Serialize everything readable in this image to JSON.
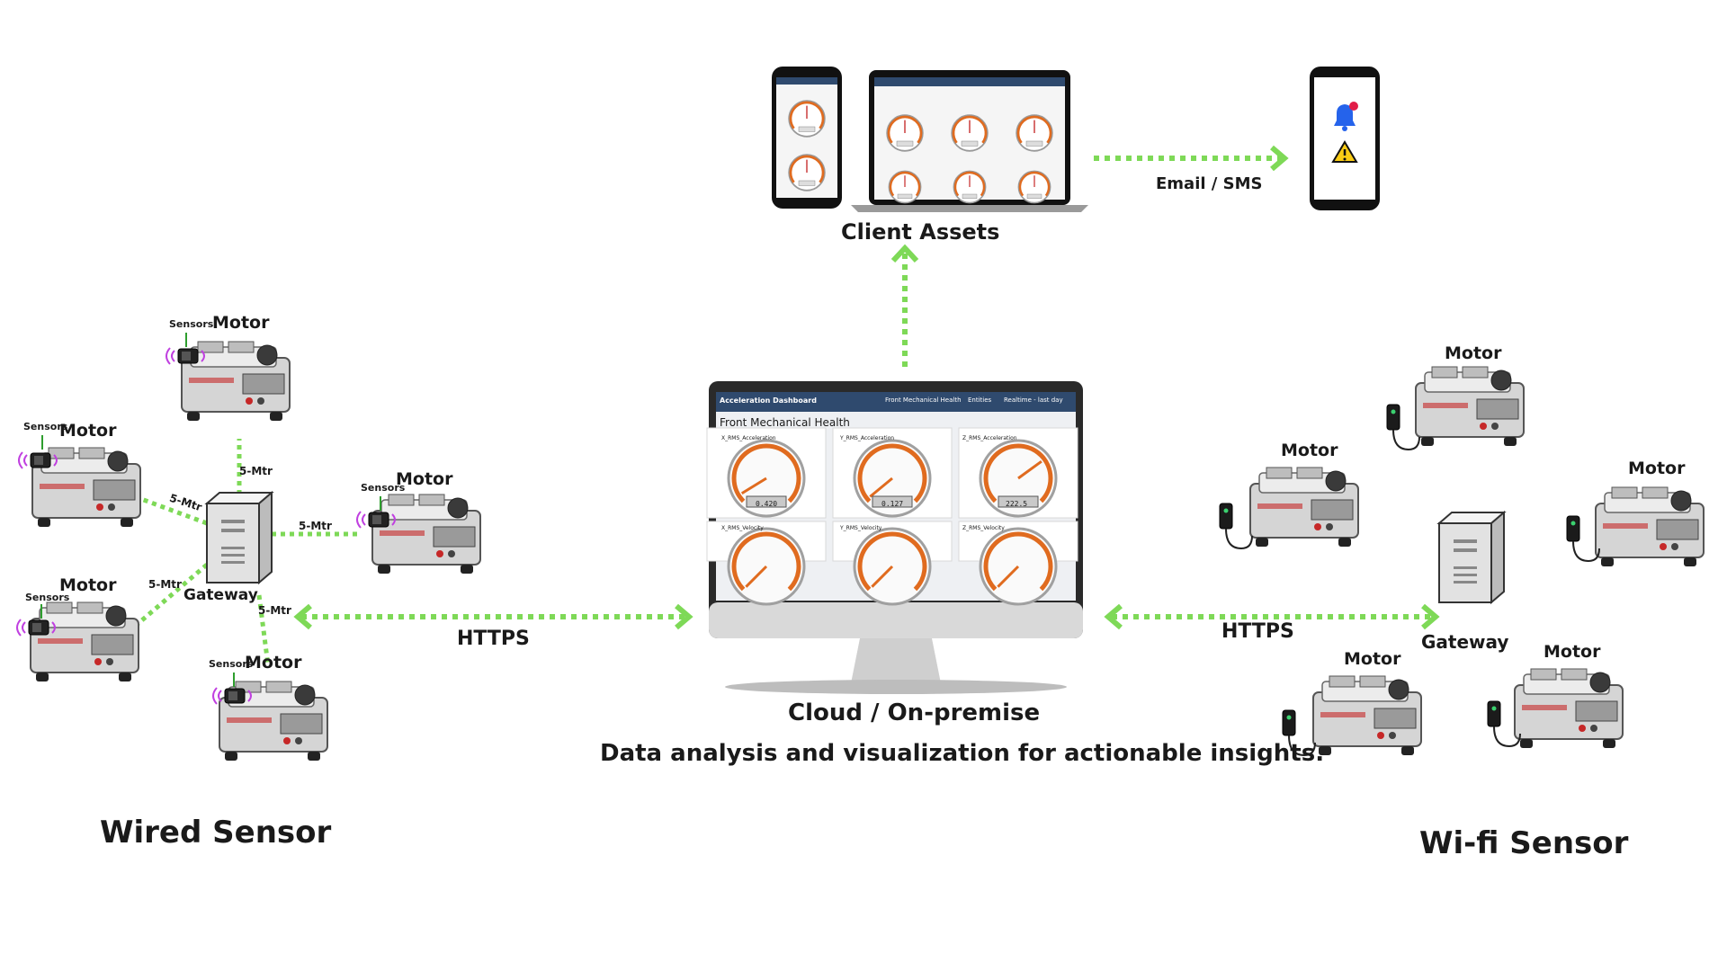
{
  "labels": {
    "client_assets": "Client Assets",
    "email_sms": "Email / SMS",
    "cloud": "Cloud / On-premise",
    "insights": "Data analysis and visualization for actionable insights.",
    "https_left": "HTTPS",
    "https_right": "HTTPS",
    "wired_sensor": "Wired Sensor",
    "wifi_sensor": "Wi-fi Sensor",
    "gateway_left": "Gateway",
    "gateway_right": "Gateway",
    "motor": "Motor",
    "sensors": "Sensors",
    "distance": "5-Mtr"
  },
  "dashboard": {
    "title": "Acceleration Dashboard",
    "menu_health": "Front Mechanical Health",
    "menu_entities": "Entities",
    "menu_realtime": "Realtime - last day",
    "heading": "Front Mechanical Health",
    "gauges": [
      {
        "label": "X_RMS_Acceleration",
        "value": "0.420",
        "fill": 0.05
      },
      {
        "label": "Y_RMS_Acceleration",
        "value": "0.127",
        "fill": 0.02
      },
      {
        "label": "Z_RMS_Acceleration",
        "value": "222.5",
        "fill": 0.7
      },
      {
        "label": "X_RMS_Velocity",
        "value": "",
        "fill": 0.0
      },
      {
        "label": "Y_RMS_Velocity",
        "value": "",
        "fill": 0.0
      },
      {
        "label": "Z_RMS_Velocity",
        "value": "",
        "fill": 0.0
      }
    ]
  },
  "colors": {
    "arrow": "#7ed957",
    "dash_header": "#2f4a6e",
    "gauge_orange": "#e06b1f",
    "alert_bell": "#2563eb",
    "alert_badge": "#e11d48",
    "warning": "#facc15"
  },
  "icons": {
    "alert": "bell-icon",
    "warning": "warning-icon",
    "server": "server-icon",
    "sensor": "sensor-icon",
    "motor": "motor-icon"
  }
}
